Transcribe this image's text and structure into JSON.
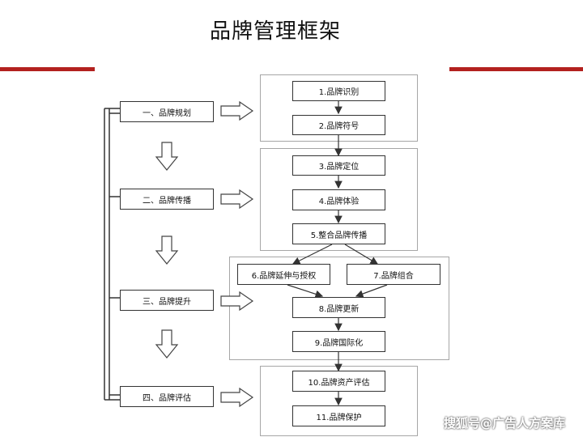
{
  "title": "品牌管理框架",
  "stages": [
    {
      "label": "一、品牌规划"
    },
    {
      "label": "二、品牌传播"
    },
    {
      "label": "三、品牌提升"
    },
    {
      "label": "四、品牌评估"
    }
  ],
  "groups": [
    {
      "steps": [
        {
          "label": "1.品牌识别"
        },
        {
          "label": "2.品牌符号"
        }
      ]
    },
    {
      "steps": [
        {
          "label": "3.品牌定位"
        },
        {
          "label": "4.品牌体验"
        },
        {
          "label": "5.整合品牌传播"
        }
      ]
    },
    {
      "steps": [
        {
          "label": "6.品牌延伸与授权"
        },
        {
          "label": "7.品牌组合"
        },
        {
          "label": "8.品牌更新"
        },
        {
          "label": "9.品牌国际化"
        }
      ]
    },
    {
      "steps": [
        {
          "label": "10.品牌资产评估"
        },
        {
          "label": "11.品牌保护"
        }
      ]
    }
  ],
  "watermark": "搜狐号@广告人方案库",
  "colors": {
    "accent": "#b3211f",
    "border": "#333333",
    "group_border": "#a6a6a6"
  }
}
